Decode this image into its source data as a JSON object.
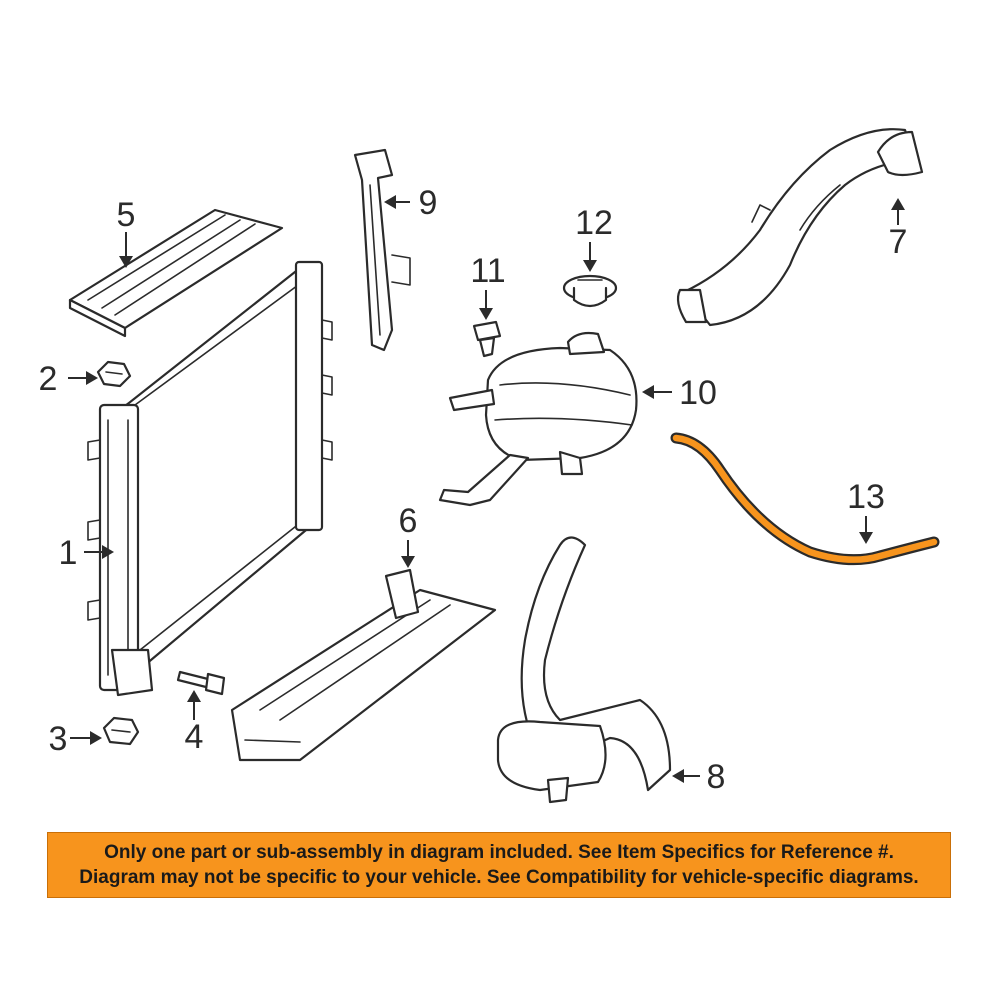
{
  "callouts": {
    "c1": "1",
    "c2": "2",
    "c3": "3",
    "c4": "4",
    "c5": "5",
    "c6": "6",
    "c7": "7",
    "c8": "8",
    "c9": "9",
    "c10": "10",
    "c11": "11",
    "c12": "12",
    "c13": "13"
  },
  "notice": {
    "line1": "Only one part or sub-assembly in diagram included. See Item Specifics for Reference #.",
    "line2": "Diagram may not be specific to your vehicle. See Compatibility for vehicle-specific diagrams."
  },
  "colors": {
    "highlight": "#f7941d",
    "banner": "#f7941d",
    "linework": "#2b2b2b"
  }
}
